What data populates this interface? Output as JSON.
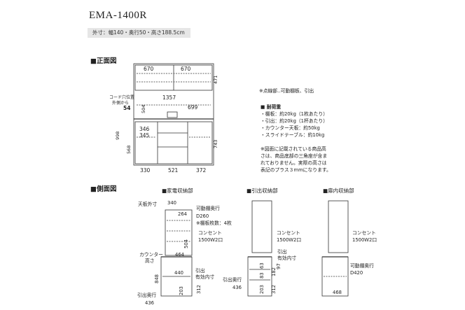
{
  "header": {
    "model": "EMA-1400R",
    "spec": "外寸：幅140・奥行50・高さ188.5cm"
  },
  "front_view": {
    "heading": "■正面図",
    "note_top": "※点線部‥可動棚板、引出",
    "load_title": "■ 耐荷重",
    "loads": [
      "・棚板：約20kg（1枚あたり）",
      "・引出：約20kg（1杯あたり）",
      "・カウンター天板：約50kg",
      "・スライドテーブル：約10kg"
    ],
    "disclaimer": [
      "※図面に記載されている商品高",
      "さは、商品底部の三角座が含ま",
      "れておりません。実際の高さは",
      "表記のプラス３mmになります。"
    ],
    "cord_label": [
      "コード穴位置",
      "外側から"
    ],
    "dims": {
      "top_left": "670",
      "top_right": "670",
      "h471": "471",
      "w1357": "1357",
      "w699": "699",
      "h504": "504",
      "h54": "54",
      "h346": "346",
      "h345": "345",
      "h998": "998",
      "h568": "568",
      "h743": "743",
      "b330": "330",
      "b521": "521",
      "b372": "372"
    }
  },
  "side_view": {
    "heading": "■側面図",
    "panels": [
      {
        "title": "■家電収納部",
        "top_label": "天板外寸",
        "d340": "340",
        "d264": "264",
        "movable_depth": "可動棚奥行",
        "d260": "D260",
        "shelf_count": "※棚板枚数：4枚",
        "outlet": "コンセント",
        "outlet_spec": "1500W2口",
        "d504": "504",
        "d464": "464",
        "counter": [
          "カウンター",
          "高さ"
        ],
        "d440": "440",
        "drawer_inner": [
          "引出",
          "有効内寸"
        ],
        "d848": "848",
        "d203": "203",
        "d312": "312",
        "drawer_depth": "引出奥行",
        "d436": "436"
      },
      {
        "title": "■引出収納部",
        "outlet": "コンセント",
        "outlet_spec": "1500W2口",
        "drawer_inner": [
          "引出",
          "有効内寸"
        ],
        "d63": "63",
        "d97": "97",
        "d83": "83",
        "d182": "182",
        "d203": "203",
        "d312": "312",
        "drawer_depth": "引出奥行",
        "d436": "436"
      },
      {
        "title": "■扉内収納部",
        "outlet": "コンセント",
        "outlet_spec": "1500W2口",
        "movable": "可動棚奥行",
        "d420": "D420",
        "d468": "468"
      }
    ]
  }
}
